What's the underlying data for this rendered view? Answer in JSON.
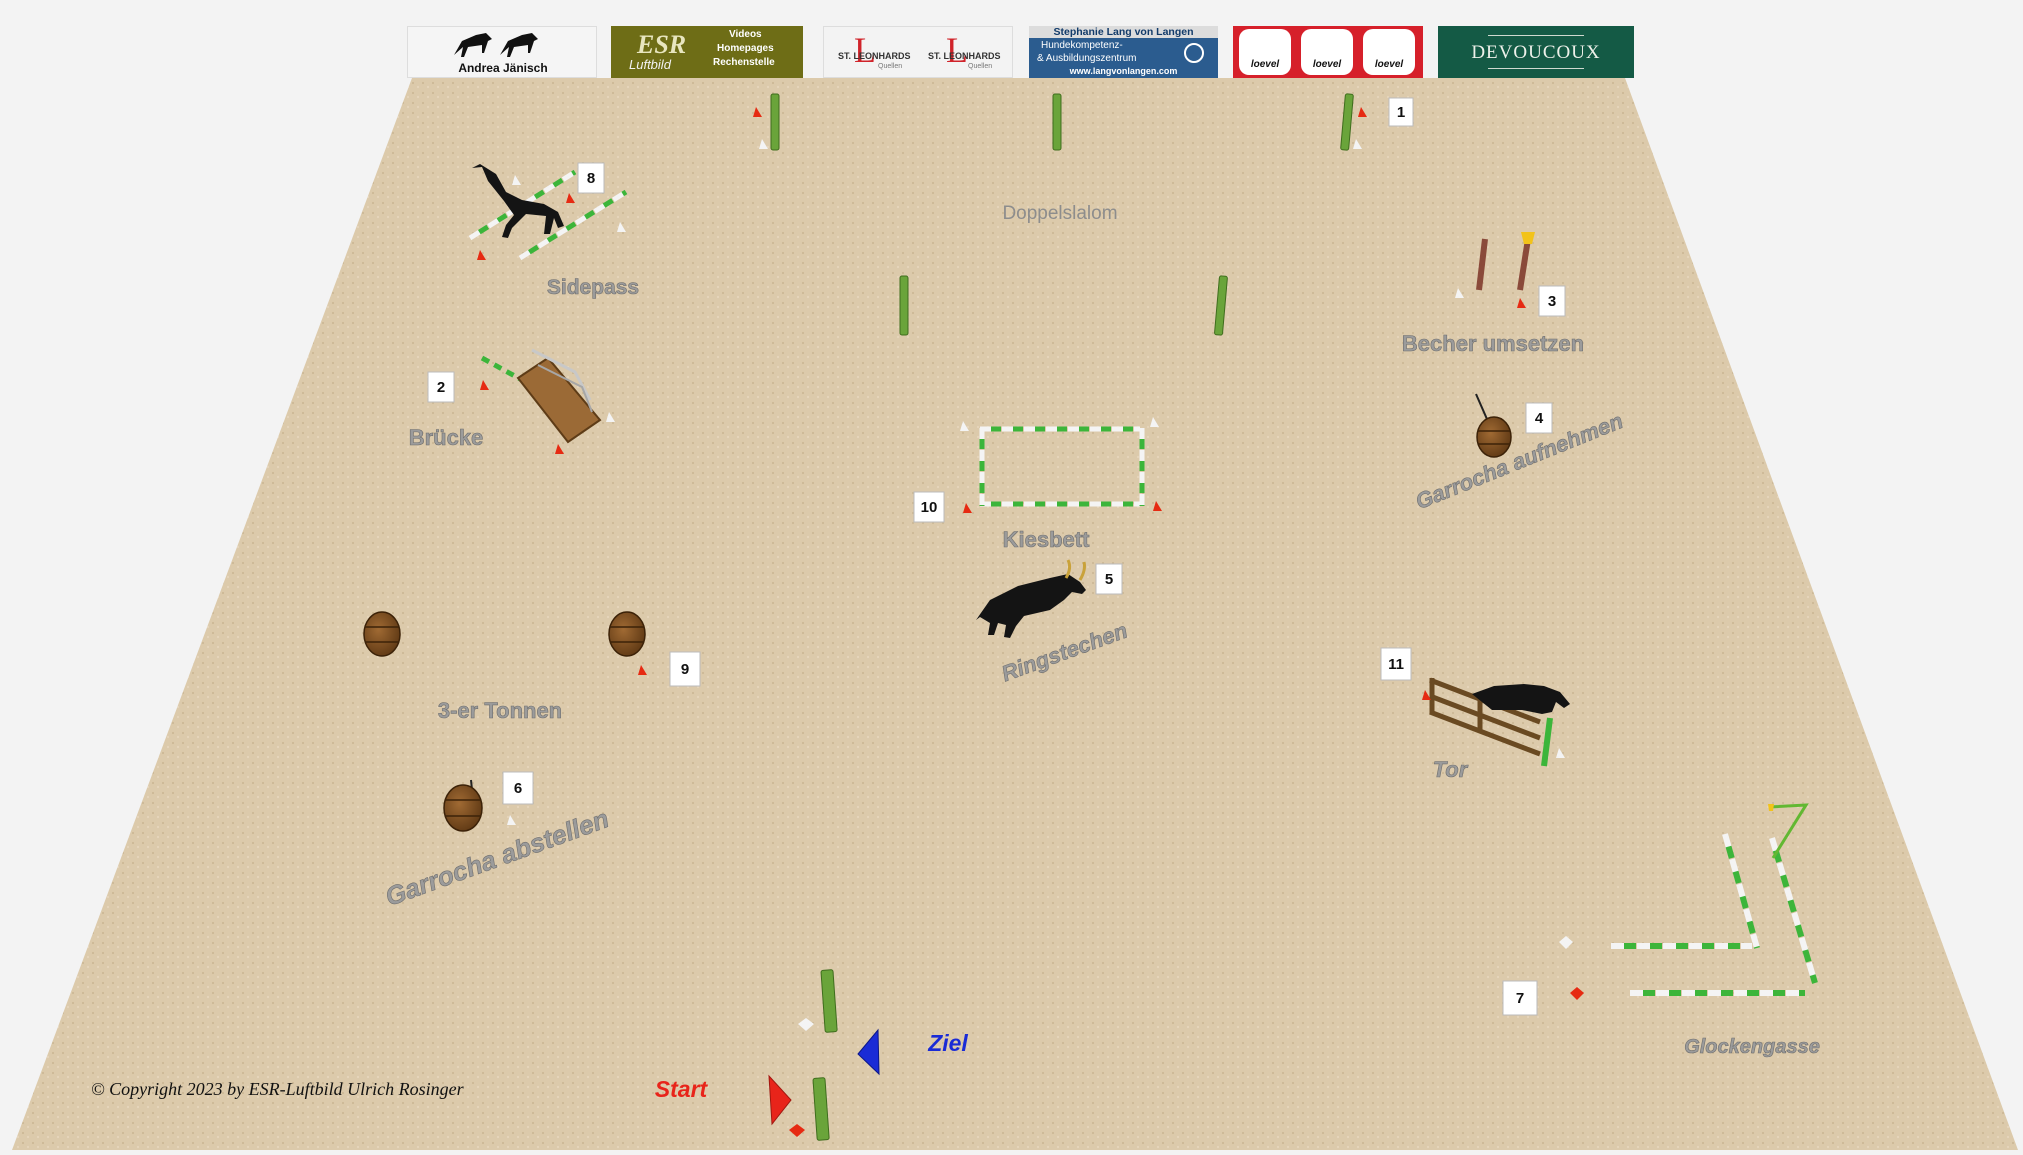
{
  "sponsors": {
    "andrea": "Andrea Jänisch",
    "esr_logo": "ESR",
    "esr_sub": "Luftbild",
    "esr_lines": [
      "Videos",
      "Homepages",
      "Rechenstelle"
    ],
    "leonhards": "ST. LEONHARDS",
    "leonhards_sub": "Quellen",
    "stephanie_title": "Stephanie Lang von Langen",
    "stephanie_lines": [
      "Hundekompetenz-",
      "& Ausbildungszentrum"
    ],
    "stephanie_url": "www.langvonlangen.com",
    "loevel": "loevel",
    "devoucoux": "DEVOUCOUX"
  },
  "stations": [
    {
      "name": "Doppelslalom",
      "number": ""
    },
    {
      "name": "Sidepass",
      "number": "8"
    },
    {
      "name": "Becher umsetzen",
      "number": "3"
    },
    {
      "name": "Brücke",
      "number": "2"
    },
    {
      "name": "Garrocha aufnehmen",
      "number": "4"
    },
    {
      "name": "Kiesbett",
      "number": "10"
    },
    {
      "name": "Ringstechen",
      "number": "5"
    },
    {
      "name": "3-er Tonnen",
      "number": "9"
    },
    {
      "name": "Tor",
      "number": "11"
    },
    {
      "name": "Garrocha abstellen",
      "number": "6"
    },
    {
      "name": "Glockengasse",
      "number": "7"
    }
  ],
  "slalom_number": "1",
  "start_label": "Start",
  "finish_label": "Ziel",
  "copyright": "© Copyright 2023 by ESR-Luftbild Ulrich Rosinger",
  "colors": {
    "arena_sand": "#dccaab",
    "start_red": "#e8241a",
    "finish_blue": "#1a2bd6",
    "pole_green": "#62b832",
    "cone_red": "#e62a12"
  }
}
